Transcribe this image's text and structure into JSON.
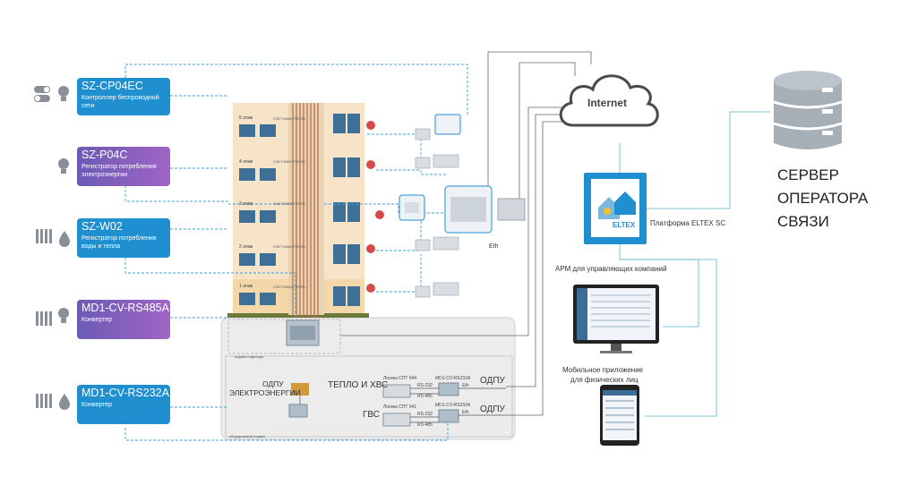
{
  "devices": [
    {
      "title": "SZ-CP04EC",
      "subtitle": "Контроллер беспроводной сети",
      "color": "blue"
    },
    {
      "title": "SZ-P04C",
      "subtitle": "Регистратор потребления электроэнергии",
      "color": "purple"
    },
    {
      "title": "SZ-W02",
      "subtitle": "Регистратор потребления воды и тепла",
      "color": "blue"
    },
    {
      "title": "MD1-CV-RS485A",
      "subtitle": "Конвертер",
      "color": "purple"
    },
    {
      "title": "MD1-CV-RS232A",
      "subtitle": "Конвертер",
      "color": "blue"
    }
  ],
  "building": {
    "floors": [
      "5 этаж",
      "4 этаж",
      "3 этаж",
      "2 этаж",
      "1 этаж"
    ],
    "meter_label": "СЧЕТЧИКИ ТЕПЛА",
    "basement_label": "подвал подъезда",
    "common_basement_label": "общедомовой подвал"
  },
  "network": {
    "internet": "Internet",
    "eth": "Eth",
    "platform": "Платформа ELTEX SC",
    "platform_logo": "ELTEX",
    "arm": "АРМ для управляющих компаний",
    "mobile_line1": "Мобильное приложение",
    "mobile_line2": "для физических лиц",
    "server_line1": "СЕРВЕР",
    "server_line2": "ОПЕРАТОРА",
    "server_line3": "СВЯЗИ"
  },
  "basement": {
    "odpu_el_line1": "ОДПУ",
    "odpu_el_line2": "ЭЛЕКТРОЭНЕРГИИ",
    "heat_label": "ТЕПЛО И ХВС",
    "gvs_label": "ГВС",
    "odpu": "ОДПУ",
    "meter1": "Логика СПТ 944",
    "meter2": "Логика СПТ 941",
    "conv": "MD1-CV-RS232A",
    "rs232": "RS-232",
    "rs485": "RS-485",
    "eth": "Eth"
  },
  "colors": {
    "blue": "#1f8fd0",
    "purple": "#8a5fbf",
    "line_dashed": "#3aa0d8",
    "line_gray": "#666666",
    "line_teal": "#5ab0c8",
    "icon_gray": "#8a8e96"
  }
}
